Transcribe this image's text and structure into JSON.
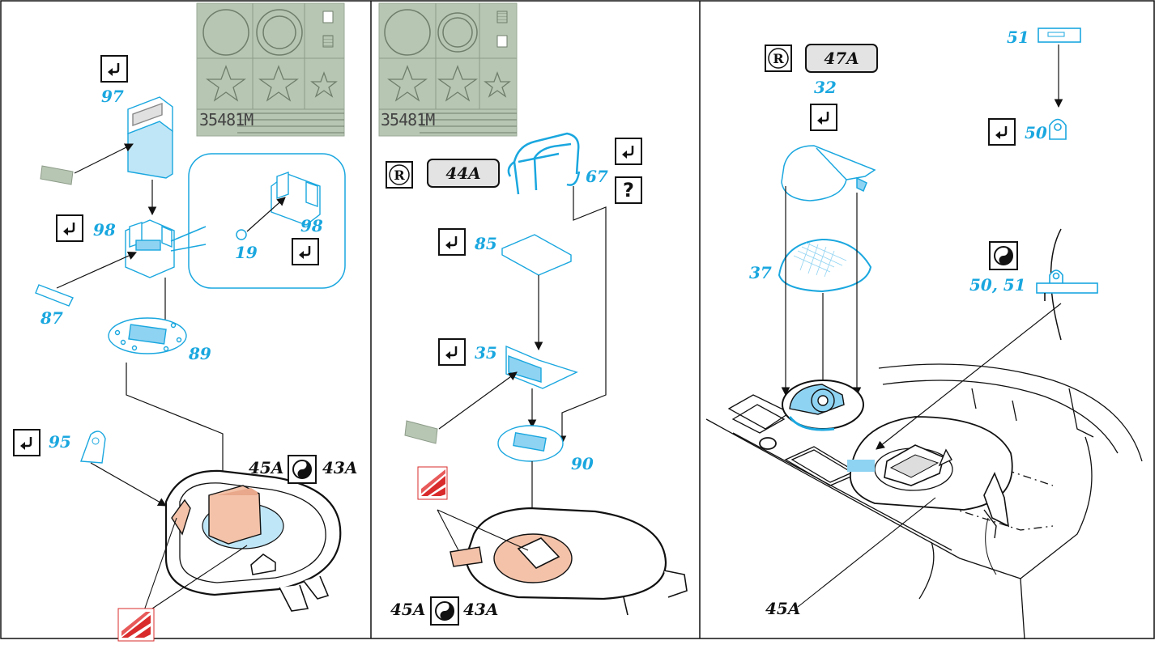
{
  "panel1": {
    "part_labels": [
      "97",
      "98",
      "98",
      "19",
      "87",
      "89",
      "95"
    ],
    "color_codes": {
      "left": "45A",
      "right": "43A"
    },
    "decal_sheet_code": "35481M"
  },
  "panel2": {
    "part_labels": [
      "67",
      "85",
      "35",
      "90"
    ],
    "rear_color_code": "44A",
    "help_glyph": "?",
    "color_codes": {
      "left": "45A",
      "right": "43A"
    },
    "decal_sheet_code": "35481M"
  },
  "panel3": {
    "part_labels": [
      "32",
      "51",
      "50",
      "37",
      "50, 51"
    ],
    "rear_color_code": "47A",
    "hull_color_code": "45A"
  },
  "icons": {
    "rear_marker": "ⓡ",
    "flip_icon": "curved-arrow-icon",
    "two_tone_icon": "yin-yang-icon",
    "help_icon": "question-icon",
    "paint_chip": "paint-chip-icon"
  },
  "colors": {
    "part_blue": "#1aa7df",
    "highlight_blue": "#8fd3f2",
    "part_salmon": "#f3c2a9",
    "decal_green": "#b7c6b3",
    "paint_red": "#d92b2b",
    "pill_gray": "#e3e3e3"
  }
}
